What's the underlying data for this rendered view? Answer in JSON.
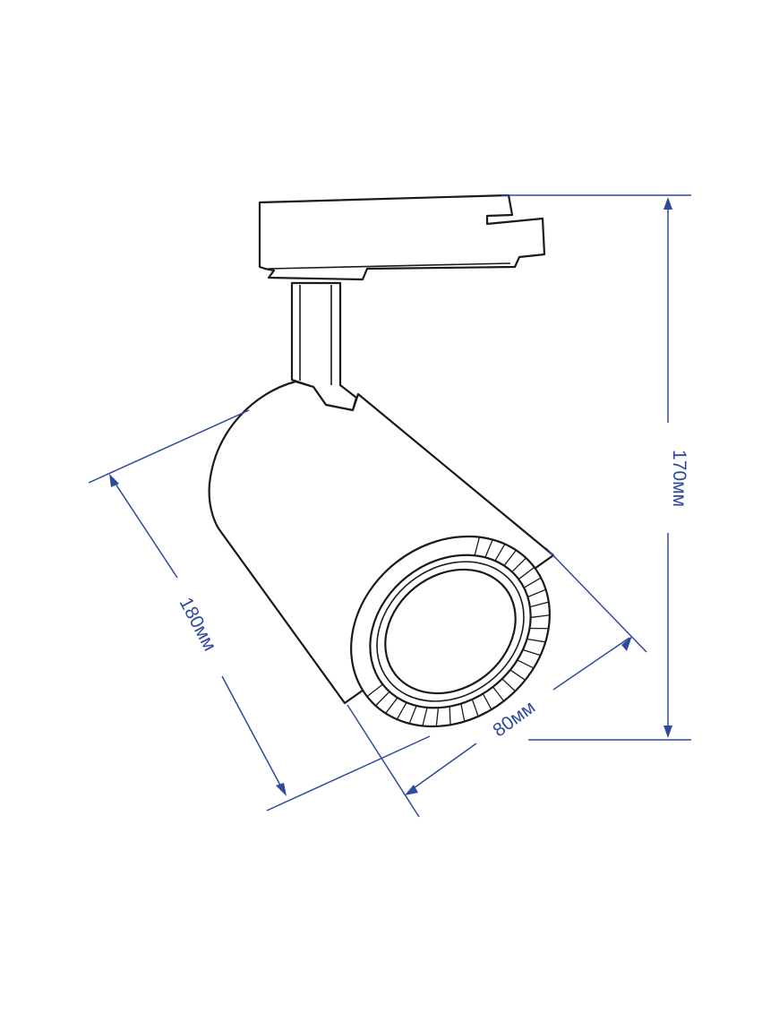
{
  "dimensions": {
    "height": "170мм",
    "length": "180мм",
    "diameter": "80мм"
  },
  "colors": {
    "dimension_line": "#2e4a9a",
    "outline": "#1a1a1a",
    "background": "#ffffff"
  }
}
